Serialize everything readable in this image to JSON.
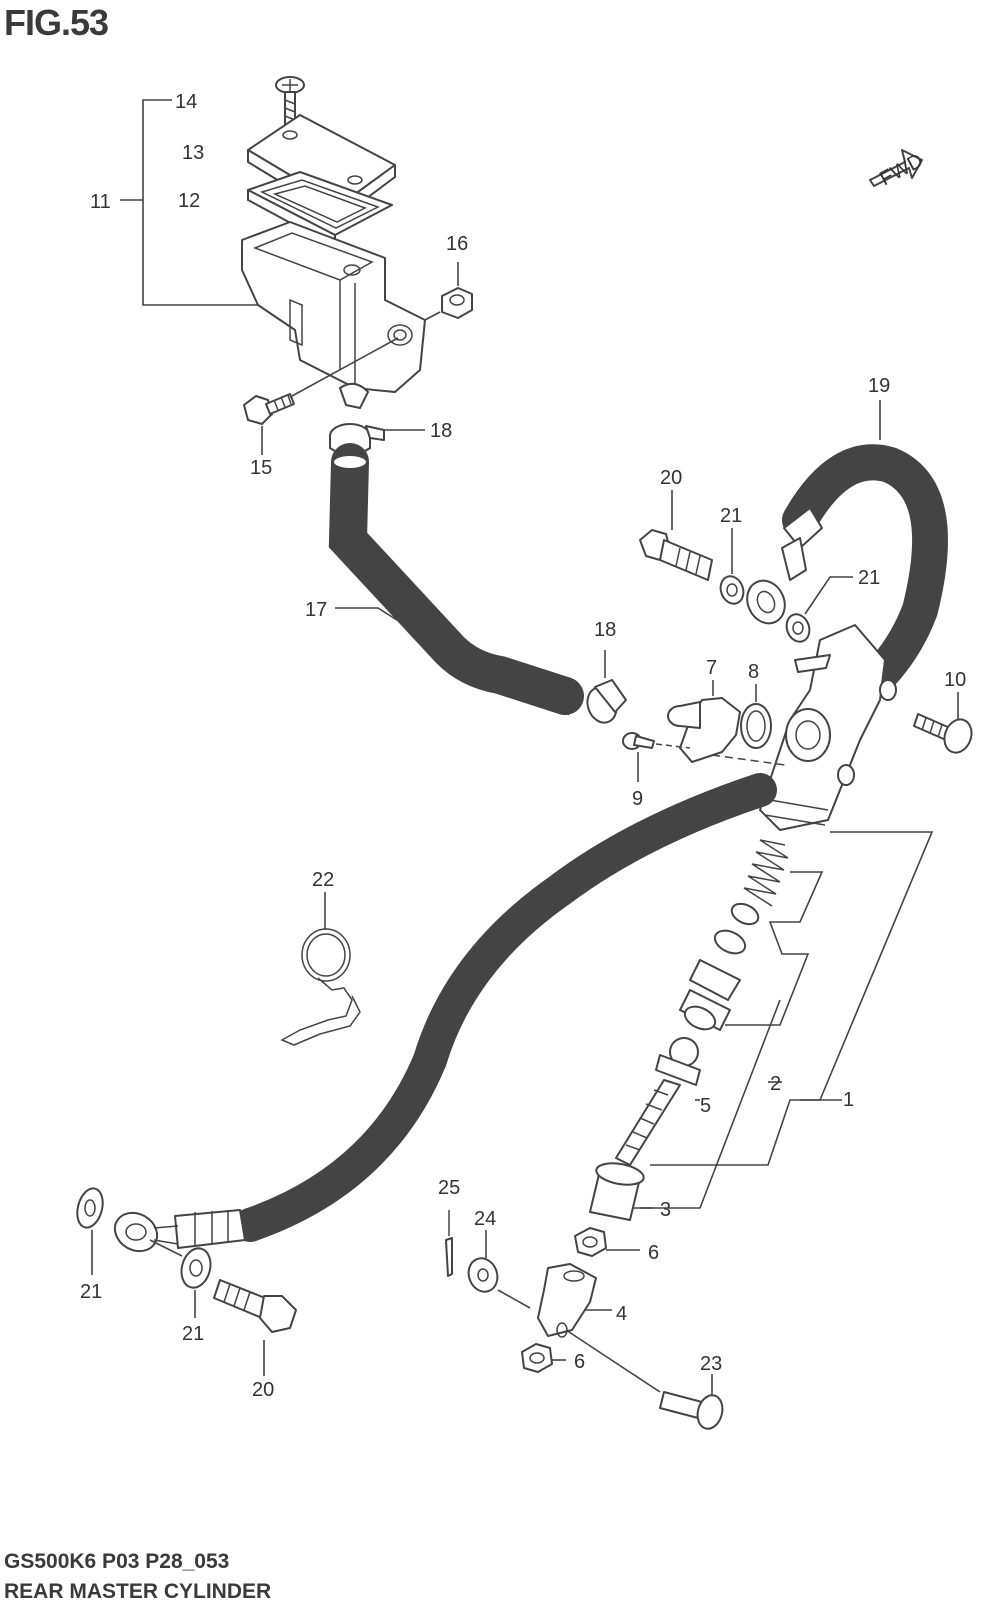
{
  "figure": {
    "title": "FIG.53",
    "model_code": "GS500K6 P03 P28_053",
    "section_name": "REAR MASTER CYLINDER",
    "direction_label": "FWD"
  },
  "callouts": [
    {
      "id": "c1",
      "text": "1"
    },
    {
      "id": "c2",
      "text": "2"
    },
    {
      "id": "c3",
      "text": "3"
    },
    {
      "id": "c4",
      "text": "4"
    },
    {
      "id": "c5",
      "text": "5"
    },
    {
      "id": "c6a",
      "text": "6"
    },
    {
      "id": "c6b",
      "text": "6"
    },
    {
      "id": "c7",
      "text": "7"
    },
    {
      "id": "c8",
      "text": "8"
    },
    {
      "id": "c9",
      "text": "9"
    },
    {
      "id": "c10",
      "text": "10"
    },
    {
      "id": "c11",
      "text": "11"
    },
    {
      "id": "c12",
      "text": "12"
    },
    {
      "id": "c13",
      "text": "13"
    },
    {
      "id": "c14",
      "text": "14"
    },
    {
      "id": "c15",
      "text": "15"
    },
    {
      "id": "c16",
      "text": "16"
    },
    {
      "id": "c17",
      "text": "17"
    },
    {
      "id": "c18a",
      "text": "18"
    },
    {
      "id": "c18b",
      "text": "18"
    },
    {
      "id": "c19",
      "text": "19"
    },
    {
      "id": "c20a",
      "text": "20"
    },
    {
      "id": "c20b",
      "text": "20"
    },
    {
      "id": "c21a",
      "text": "21"
    },
    {
      "id": "c21b",
      "text": "21"
    },
    {
      "id": "c21c",
      "text": "21"
    },
    {
      "id": "c21d",
      "text": "21"
    },
    {
      "id": "c22",
      "text": "22"
    },
    {
      "id": "c23",
      "text": "23"
    },
    {
      "id": "c24",
      "text": "24"
    },
    {
      "id": "c25",
      "text": "25"
    }
  ]
}
